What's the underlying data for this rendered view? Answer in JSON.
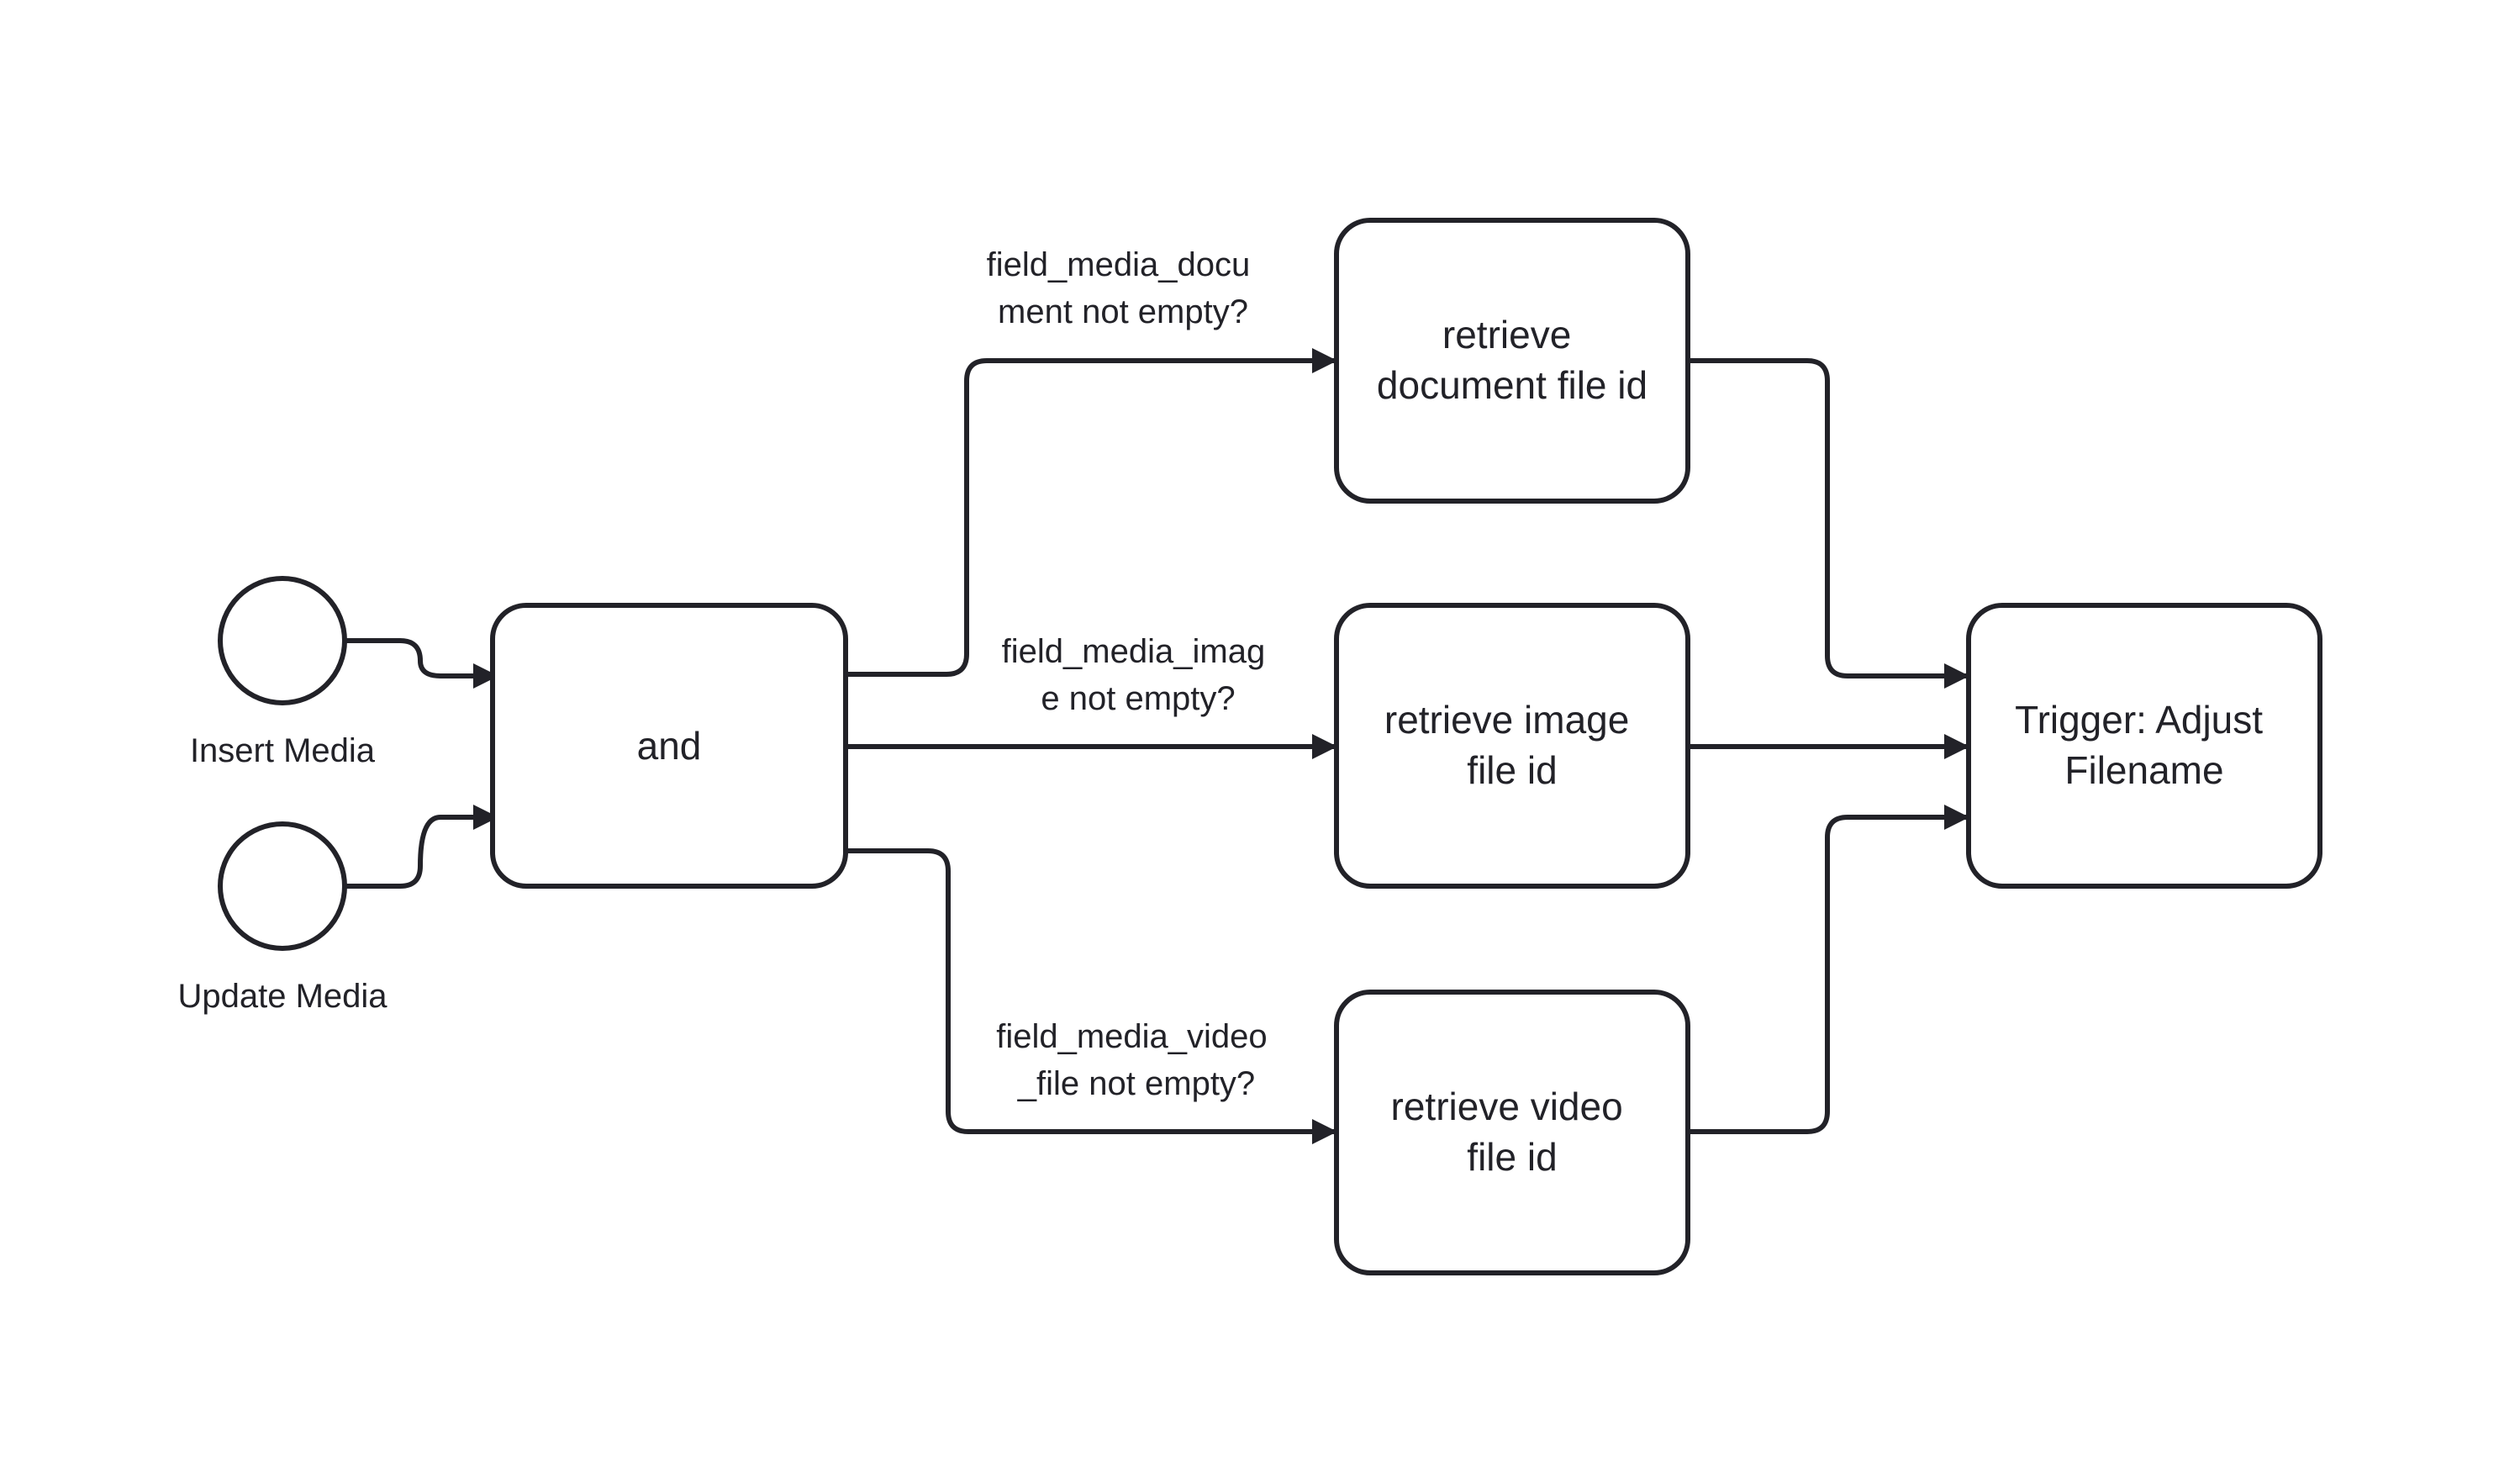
{
  "events": {
    "insert": "Insert Media",
    "update": "Update Media"
  },
  "nodes": {
    "and": "and",
    "document": [
      "retrieve",
      "document file id"
    ],
    "image": [
      "retrieve image",
      "file id"
    ],
    "video": [
      "retrieve video",
      "file id"
    ],
    "trigger": [
      "Trigger: Adjust",
      "Filename"
    ]
  },
  "conditions": {
    "document": [
      "field_media_docu",
      "ment not empty?"
    ],
    "image": [
      "field_media_imag",
      "e not empty?"
    ],
    "video": [
      "field_media_video",
      "_file not empty?"
    ]
  },
  "colors": {
    "stroke": "#222228",
    "background": "#ffffff"
  }
}
